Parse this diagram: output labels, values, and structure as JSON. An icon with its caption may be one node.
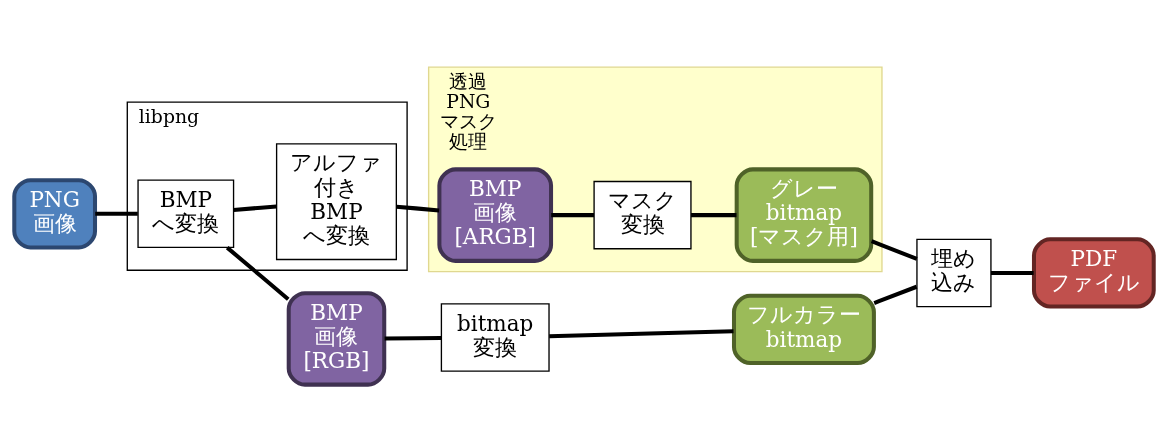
{
  "diagram": {
    "nodes": [
      {
        "text": [
          "PNG",
          "画像"
        ]
      },
      {
        "text": [
          "libpng"
        ]
      },
      {
        "text": [
          "BMP",
          "へ変換"
        ],
        "in": 1
      },
      {
        "text": [
          "BMP",
          "画像",
          "[RGB]"
        ]
      },
      {
        "text": [
          "bitmap",
          "変換"
        ]
      },
      {
        "text": [
          "フルカラー",
          "bitmap"
        ]
      },
      {
        "text": [
          "埋め",
          "込み"
        ]
      },
      {
        "text": [
          "PDF",
          "ファイル"
        ]
      },
      {
        "text": [
          "透過",
          "PNG",
          "マスク",
          "処理"
        ]
      },
      {
        "text": [
          "アルファ",
          "付き",
          "BMP",
          "へ変換"
        ],
        "in": 1
      },
      {
        "text": [
          "BMP",
          "画像",
          "[ARGB]"
        ],
        "in": 8
      },
      {
        "text": [
          "マスク",
          "変換"
        ],
        "in": 8
      },
      {
        "text": [
          "グレー",
          "bitmap",
          "[マスク用]"
        ],
        "in": 8
      }
    ],
    "edges": [
      {
        "from": 0,
        "to": 2,
        "arrow": "none"
      },
      {
        "from": 2,
        "to": 3,
        "arrow": "none"
      },
      {
        "from": 3,
        "to": 4,
        "arrow": "none"
      },
      {
        "from": 4,
        "to": 5,
        "arrow": "none"
      },
      {
        "from": 5,
        "to": 6,
        "arrow": "none"
      },
      {
        "from": 6,
        "to": 7,
        "arrow": "none"
      },
      {
        "from": 2,
        "to": 9,
        "arrow": "none"
      },
      {
        "from": 9,
        "to": 10,
        "arrow": "none"
      },
      {
        "from": 10,
        "to": 11,
        "arrow": "none"
      },
      {
        "from": 11,
        "to": 12,
        "arrow": "none"
      },
      {
        "from": 12,
        "to": 6,
        "arrow": "none"
      }
    ]
  }
}
